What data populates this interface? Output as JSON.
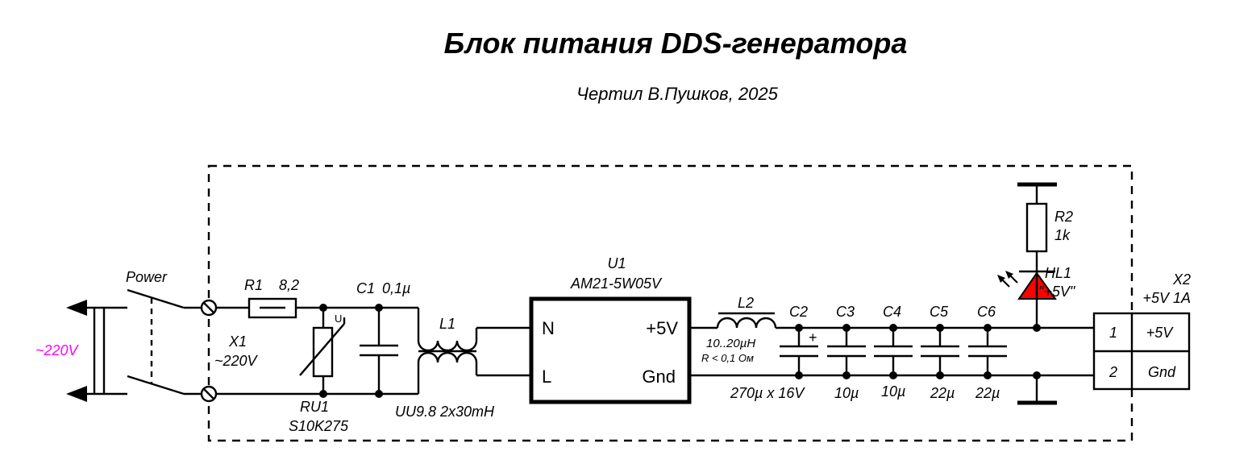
{
  "title": "Блок питания DDS-генератора",
  "subtitle": "Чертил В.Пушков, 2025",
  "colors": {
    "mains_label": "#ff00ff",
    "led_fill": "#ff0000",
    "line": "#000000"
  },
  "mains": {
    "label": "~220V"
  },
  "switch": {
    "label": "Power"
  },
  "x1": {
    "ref": "X1",
    "value": "~220V"
  },
  "r1": {
    "ref": "R1",
    "value": "8,2"
  },
  "ru1": {
    "ref": "RU1",
    "value": "S10K275",
    "symbol": "U"
  },
  "c1": {
    "ref": "C1",
    "value": "0,1µ"
  },
  "l1": {
    "ref": "L1",
    "value": "UU9.8 2x30mH"
  },
  "u1": {
    "ref": "U1",
    "value": "AM21-5W05V",
    "pins": {
      "n": "N",
      "l": "L",
      "vout": "+5V",
      "gnd": "Gnd"
    }
  },
  "l2": {
    "ref": "L2",
    "value": "10..20µH",
    "note": "R < 0,1 Ом"
  },
  "c2": {
    "ref": "C2",
    "value": "270µ x 16V",
    "polarity": "+"
  },
  "c3": {
    "ref": "C3",
    "value": "10µ"
  },
  "c4": {
    "ref": "C4",
    "value": "10µ"
  },
  "c5": {
    "ref": "C5",
    "value": "22µ"
  },
  "c6": {
    "ref": "C6",
    "value": "22µ"
  },
  "r2": {
    "ref": "R2",
    "value": "1k"
  },
  "hl1": {
    "ref": "HL1",
    "value": "\"+5V\""
  },
  "x2": {
    "ref": "X2",
    "value": "+5V 1A",
    "pins": [
      {
        "num": "1",
        "name": "+5V"
      },
      {
        "num": "2",
        "name": "Gnd"
      }
    ]
  }
}
